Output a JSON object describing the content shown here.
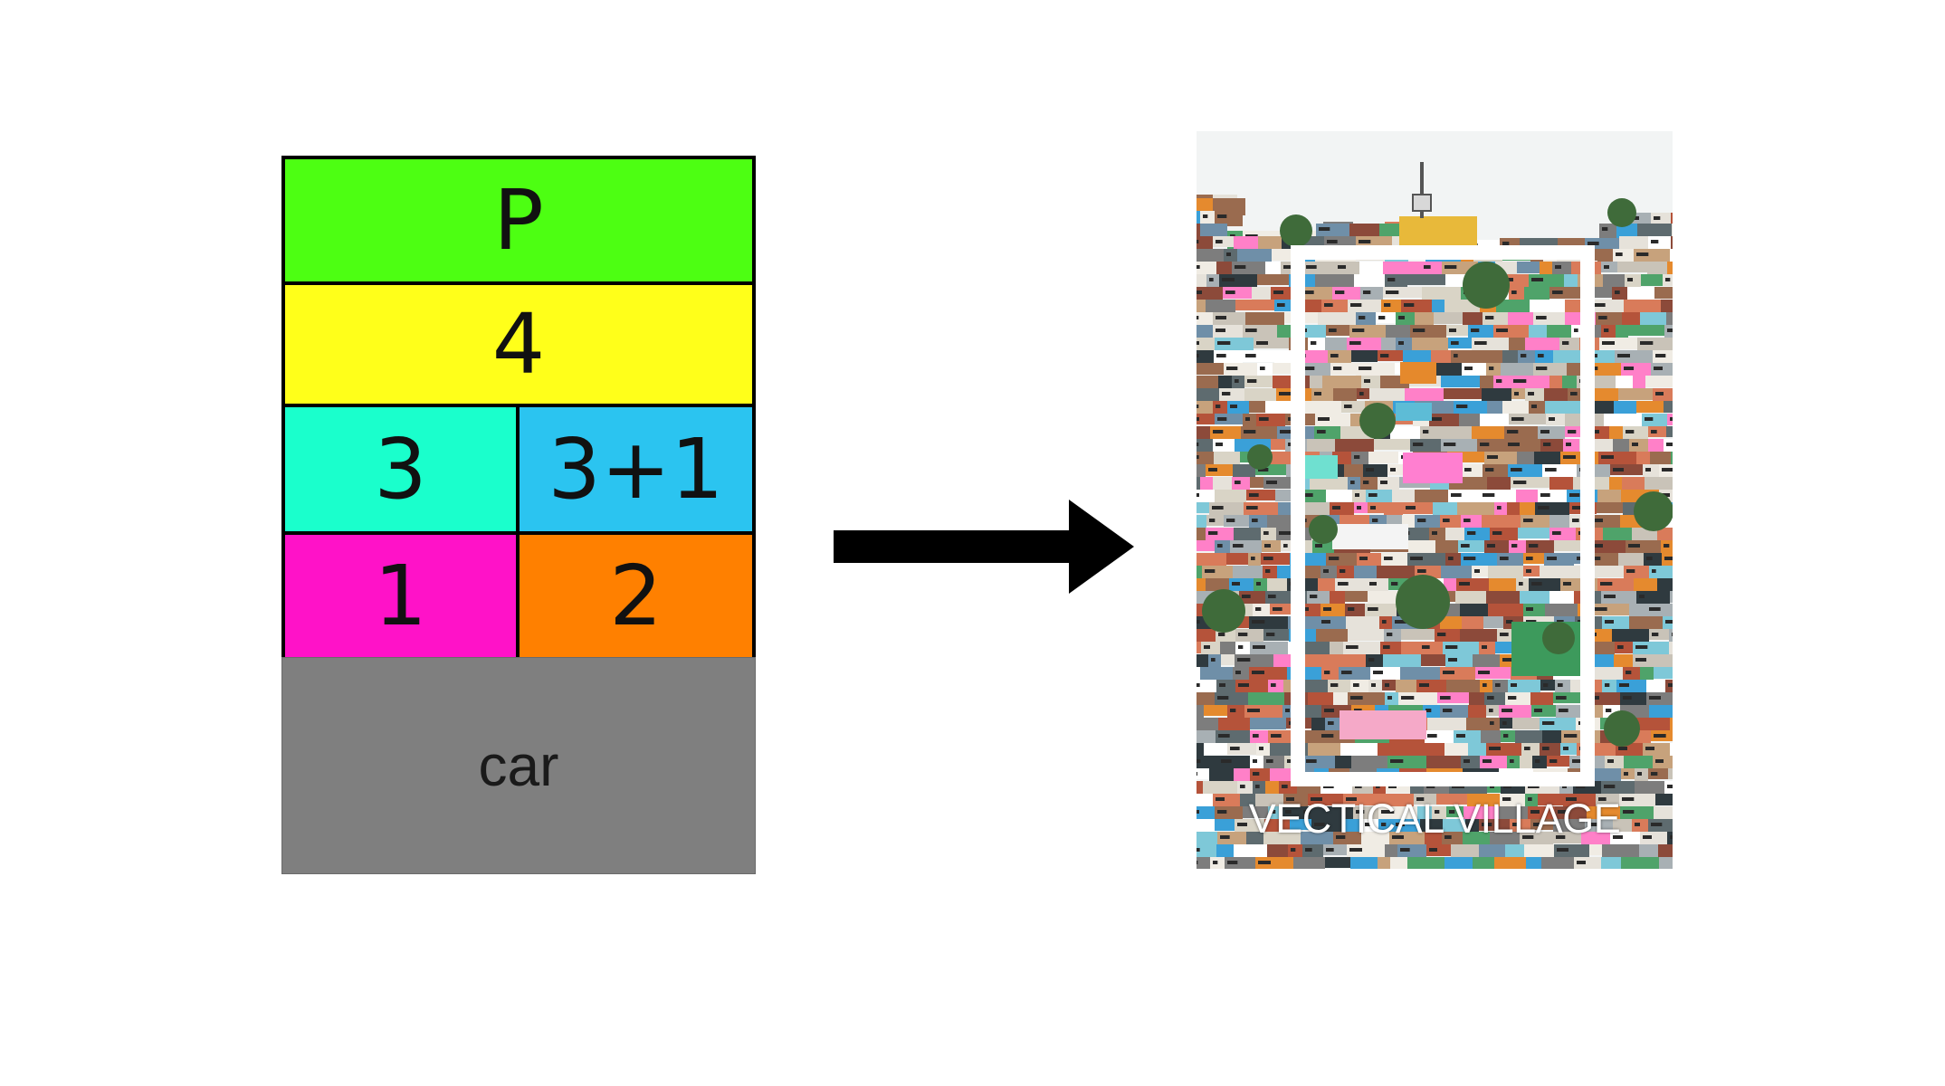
{
  "stack": {
    "rows": [
      {
        "cells": [
          {
            "label": "P",
            "color": "#4dff12"
          }
        ]
      },
      {
        "cells": [
          {
            "label": "4",
            "color": "#ffff1a"
          }
        ]
      },
      {
        "cells": [
          {
            "label": "3",
            "color": "#1affcc"
          },
          {
            "label": "3+1",
            "color": "#2bc4f0"
          }
        ]
      },
      {
        "cells": [
          {
            "label": "1",
            "color": "#ff12c8"
          },
          {
            "label": "2",
            "color": "#ff8000"
          }
        ]
      }
    ],
    "base": {
      "label": "car",
      "color": "#7f7f7f"
    }
  },
  "arrow": {
    "direction": "right",
    "color": "#000000"
  },
  "photo": {
    "subject": "hillside-favela-photo",
    "caption": "VECTICAL VILLAGE",
    "frame_color": "#ffffff"
  }
}
